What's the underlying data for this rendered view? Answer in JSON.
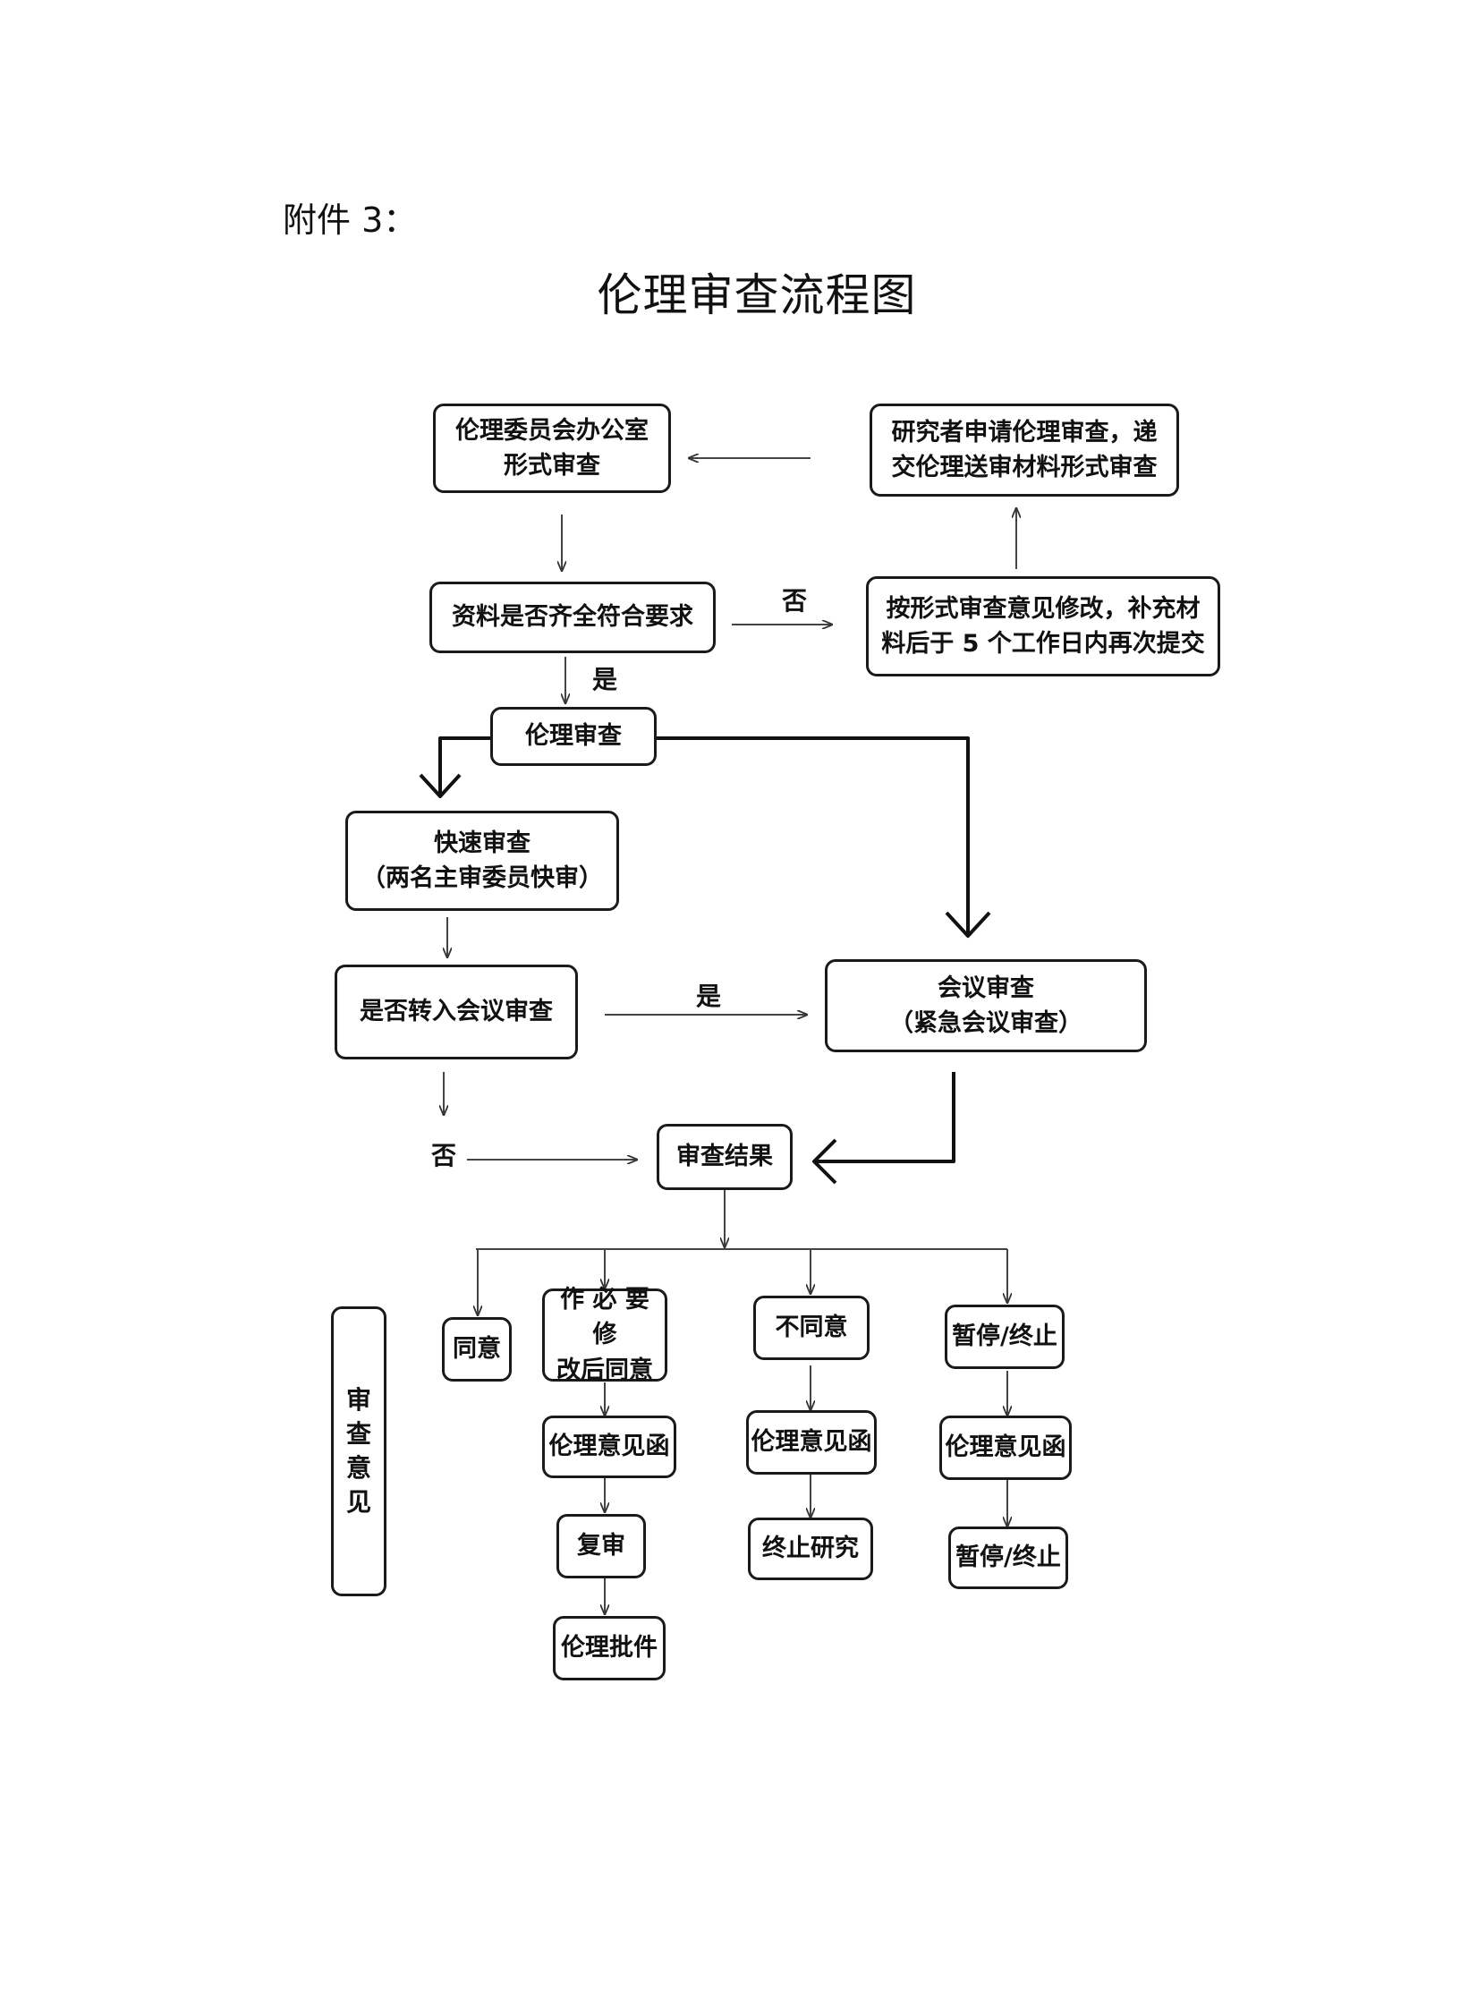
{
  "header": {
    "attachment": "附件 3："
  },
  "title": "伦理审查流程图",
  "nodes": {
    "office_review": {
      "line1": "伦理委员会办公室",
      "line2": "形式审查"
    },
    "researcher_apply": {
      "line1": "研究者申请伦理审查，递",
      "line2": "交伦理送审材料形式审查"
    },
    "completeness_check": {
      "text": "资料是否齐全符合要求"
    },
    "revise_resubmit": {
      "line1": "按形式审查意见修改，补充材",
      "line2": "料后于 5 个工作日内再次提交"
    },
    "ethics_review": {
      "text": "伦理审查"
    },
    "expedited_review": {
      "line1": "快速审查",
      "line2": "（两名主审委员快审）"
    },
    "transfer_check": {
      "text": "是否转入会议审查"
    },
    "meeting_review": {
      "line1": "会议审查",
      "line2": "（紧急会议审查）"
    },
    "review_result": {
      "text": "审查结果"
    },
    "opinion_label": {
      "c1": "审",
      "c2": "查",
      "c3": "意",
      "c4": "见"
    },
    "agree": {
      "text": "同意"
    },
    "modify_agree": {
      "line1": "作 必 要 修",
      "line2": "改后同意"
    },
    "disagree": {
      "text": "不同意"
    },
    "suspend": {
      "text": "暂停/终止"
    },
    "letter_1": {
      "text": "伦理意见函"
    },
    "letter_2": {
      "text": "伦理意见函"
    },
    "letter_3": {
      "text": "伦理意见函"
    },
    "re_review": {
      "text": "复审"
    },
    "terminate_study": {
      "text": "终止研究"
    },
    "suspend_result": {
      "text": "暂停/终止"
    },
    "approval": {
      "text": "伦理批件"
    }
  },
  "edge_labels": {
    "no_incomplete": "否",
    "yes_complete": "是",
    "yes_transfer": "是",
    "no_transfer": "否"
  }
}
